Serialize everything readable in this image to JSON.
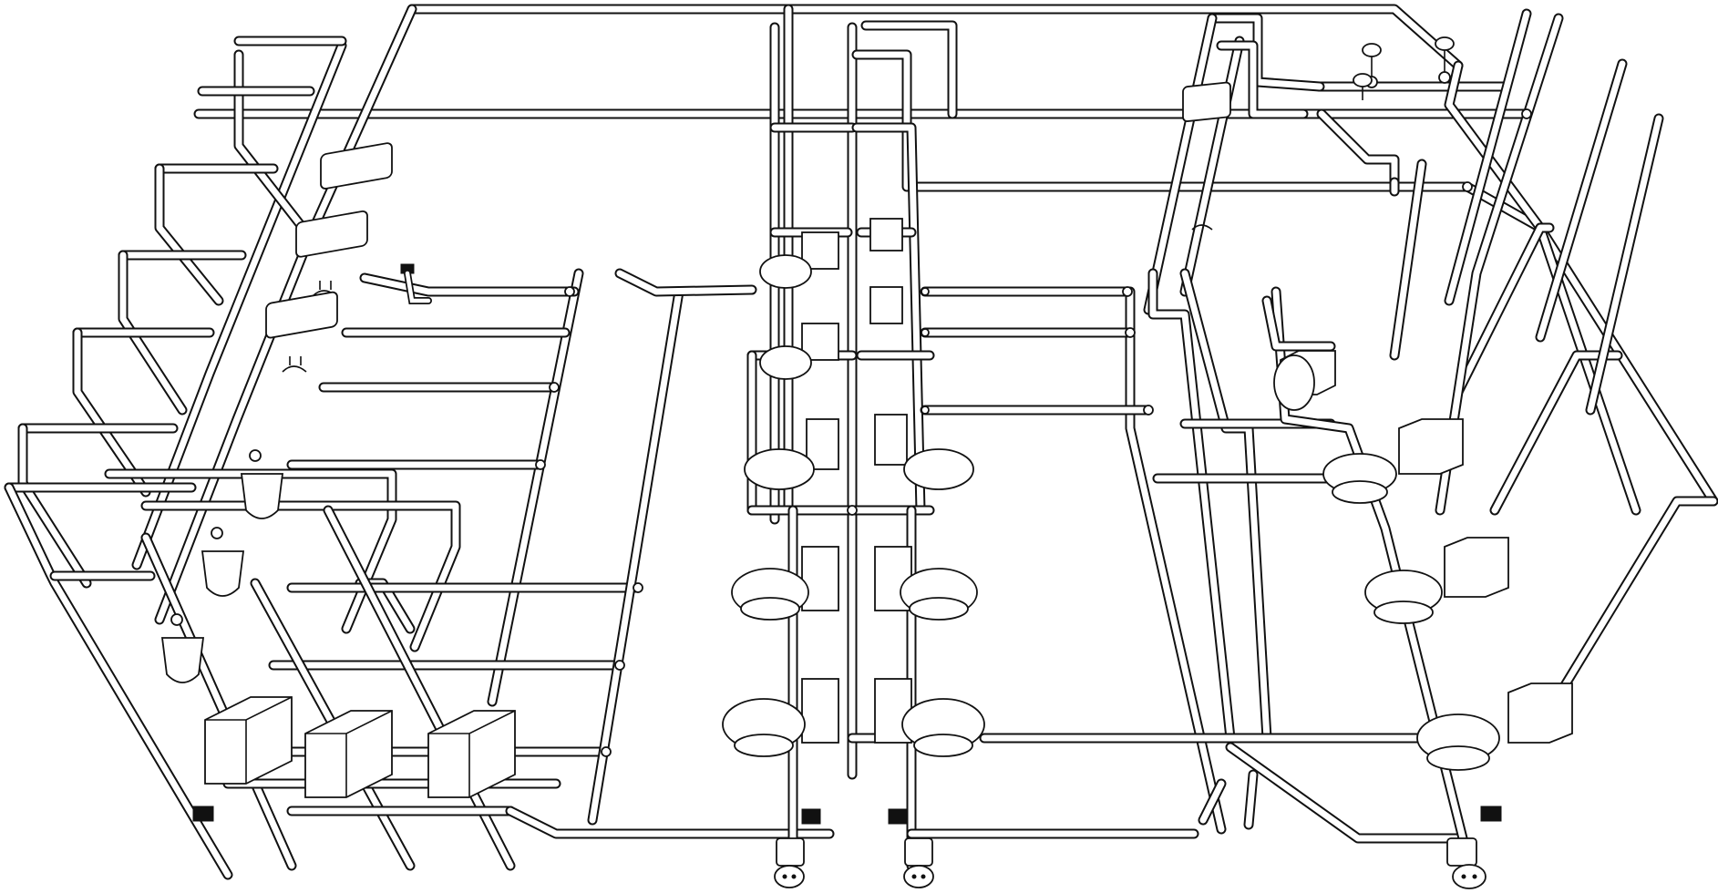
{
  "title": "",
  "colors": {
    "line": "#111111",
    "background": "#ffffff"
  },
  "fixtures": {
    "lavatories": 6,
    "urinals": 3,
    "water_closet_tanks": 3,
    "wall_hung_water_closets": 12,
    "floor_drains": 4,
    "cleanouts": 3
  }
}
